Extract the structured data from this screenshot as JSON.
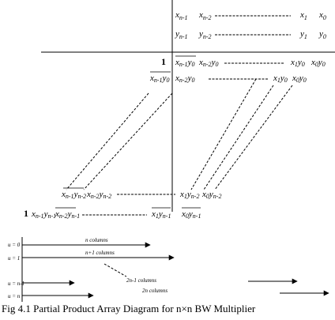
{
  "operands": {
    "x_row": [
      "x",
      "x",
      "x",
      "x"
    ],
    "x_subs": [
      "n-1",
      "n-2",
      "1",
      "0"
    ],
    "y_row": [
      "y",
      "y",
      "y",
      "y"
    ],
    "y_subs": [
      "n-1",
      "n-2",
      "1",
      "0"
    ]
  },
  "one_label": "1",
  "pp_row1": {
    "t1": "x",
    "t1s": "n-1",
    "t1b": "y",
    "t1bs": "0",
    "t2": "x",
    "t2s": "n-2",
    "t2b": "y",
    "t2bs": "0",
    "t3": "x",
    "t3s": "1",
    "t3b": "y",
    "t3bs": "0",
    "t4": "x",
    "t4s": "0",
    "t4b": "y",
    "t4bs": "0"
  },
  "pp_row2": {
    "t1": "x",
    "t1s": "n-1",
    "t1b": "y",
    "t1bs": "0",
    "t2": "x",
    "t2s": "n-2",
    "t2b": "y",
    "t2bs": "0",
    "t3": "x",
    "t3s": "1",
    "t3b": "y",
    "t3bs": "0",
    "t4": "x",
    "t4s": "0",
    "t4b": "y",
    "t4bs": "0"
  },
  "pp_row3": {
    "t1": "x",
    "t1s": "n-1",
    "t1b": "y",
    "t1bs": "n-2",
    "t2": "x",
    "t2s": "n-2",
    "t2b": "y",
    "t2bs": "n-2",
    "t3": "x",
    "t3s": "1",
    "t3b": "y",
    "t3bs": "n-2",
    "t4": "x",
    "t4s": "0",
    "t4b": "y",
    "t4bs": "n-2"
  },
  "pp_row4": {
    "t1": "x",
    "t1s": "n-1",
    "t1b": "y",
    "t1bs": "n-1",
    "t2": "x",
    "t2s": "n-2",
    "t2b": "y",
    "t2bs": "n-1",
    "t3": "x",
    "t3s": "1",
    "t3b": "y",
    "t3bs": "n-1",
    "t4": "x",
    "t4s": "0",
    "t4b": "y",
    "t4bs": "n-1"
  },
  "width_labels": {
    "u0": "u = 0",
    "u1": "u = 1",
    "un1": "u = n-1",
    "un": "u = n",
    "n_cols": "n columns",
    "n1_cols": "n+1 columns",
    "cols_2n1": "2n-1 columns",
    "cols_2n": "2n columns"
  },
  "caption": "Fig 4.1 Partial Product Array Diagram for n×n  BW Multiplier"
}
